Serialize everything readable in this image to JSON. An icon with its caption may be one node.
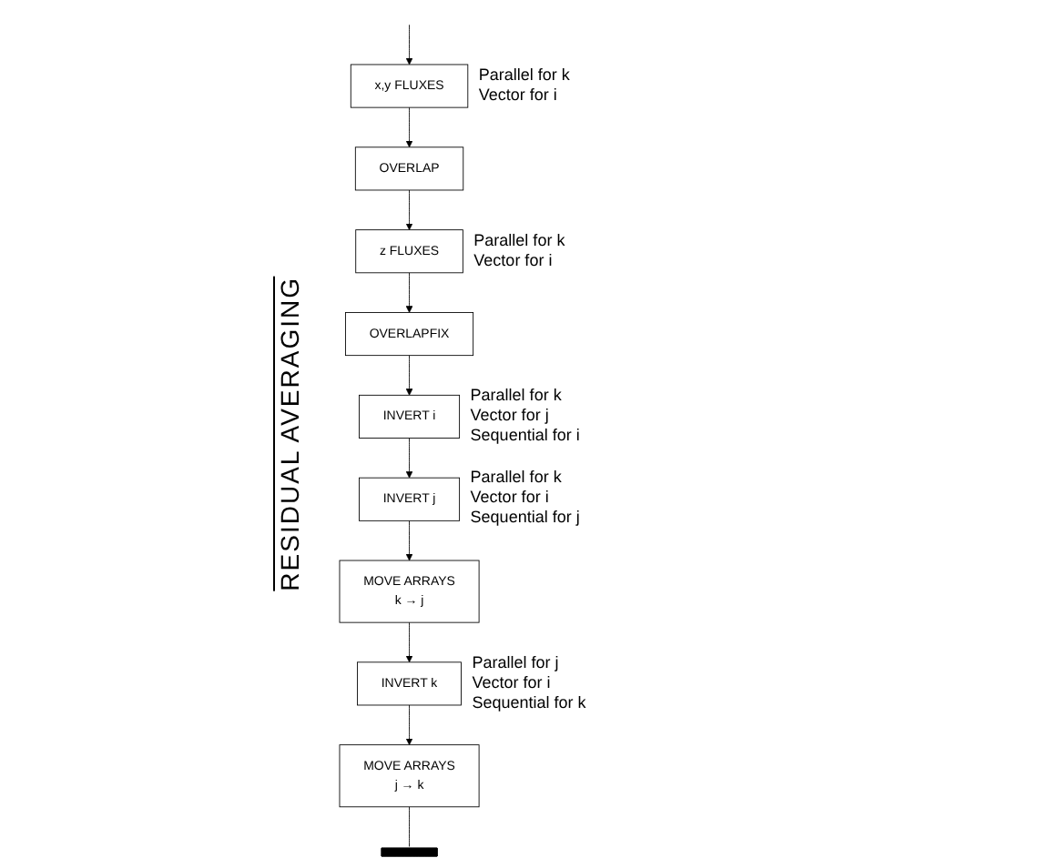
{
  "diagram": {
    "nodes": [
      {
        "text": [
          "x,y FLUXES"
        ],
        "beside": [
          "Parallel for k",
          "Vector for i"
        ]
      },
      {
        "text": [
          "OVERLAP"
        ]
      },
      {
        "text": [
          "z FLUXES"
        ],
        "beside": [
          "Parallel for k",
          "Vector for i"
        ]
      },
      {
        "text": [
          "OVERLAPFIX"
        ]
      },
      {
        "text": [
          "INVERT i"
        ],
        "beside": [
          "Parallel for k",
          "Vector for j",
          "Sequential for i"
        ]
      },
      {
        "text": [
          "INVERT j"
        ],
        "beside": [
          "Parallel for k",
          "Vector for i",
          "Sequential for j"
        ]
      },
      {
        "text": [
          "MOVE ARRAYS",
          "k → j"
        ]
      },
      {
        "text": [
          "INVERT k"
        ],
        "beside": [
          "Parallel for j",
          "Vector for i",
          "Sequential for k"
        ]
      },
      {
        "text": [
          "MOVE ARRAYS",
          "j → k"
        ]
      },
      {
        "text": [],
        "shape": "bar"
      }
    ],
    "edges": [
      {
        "from": null,
        "to": 0,
        "arrow": "to"
      },
      {
        "from": 0,
        "to": 1,
        "arrow": "to"
      },
      {
        "from": 1,
        "to": 2,
        "arrow": "to"
      },
      {
        "from": 2,
        "to": 3,
        "arrow": "to"
      },
      {
        "from": 3,
        "to": 4,
        "arrow": "to"
      },
      {
        "from": 4,
        "to": 5,
        "arrow": "to"
      },
      {
        "from": 5,
        "to": 6,
        "arrow": "to"
      },
      {
        "from": 6,
        "to": 7,
        "arrow": "to"
      },
      {
        "from": 7,
        "to": 8,
        "arrow": "to"
      },
      {
        "from": 8,
        "to": 9,
        "arrow": "none"
      }
    ],
    "labels": [
      "RESIDUAL AVERAGING"
    ]
  }
}
